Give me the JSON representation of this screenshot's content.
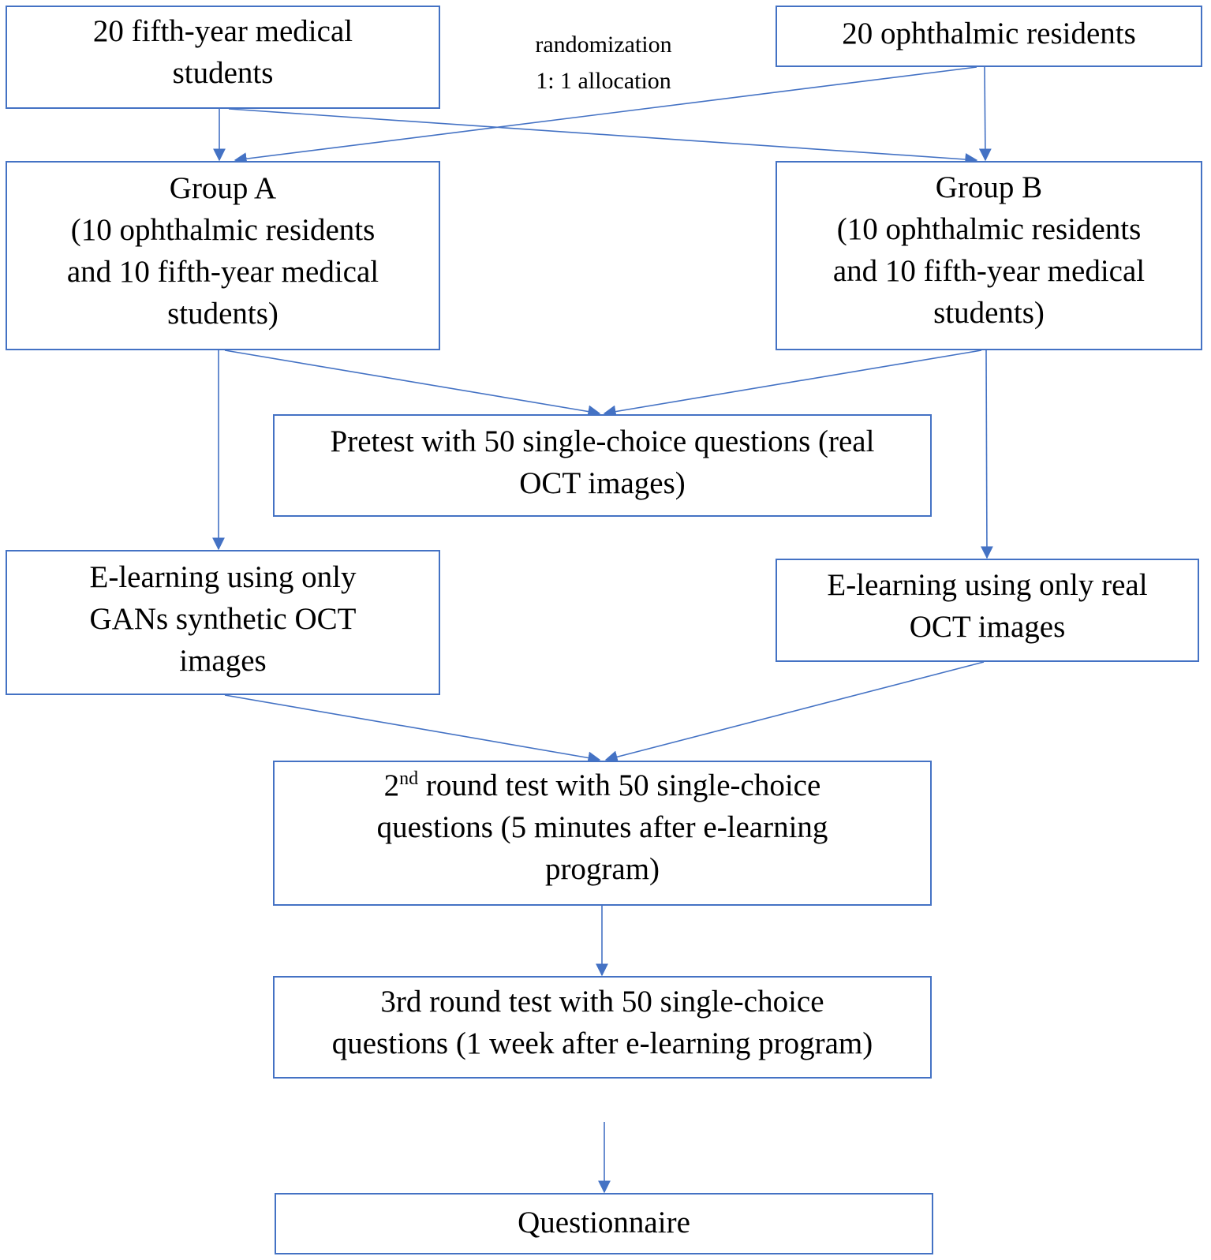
{
  "randomization": {
    "line1": "randomization",
    "line2": "1: 1 allocation"
  },
  "boxes": {
    "students": {
      "lines": [
        "20 fifth-year medical",
        "students"
      ]
    },
    "residents": {
      "lines": [
        "20 ophthalmic residents"
      ]
    },
    "group_a": {
      "lines": [
        "Group A",
        "(10 ophthalmic residents",
        "and 10 fifth-year medical",
        "students)"
      ]
    },
    "group_b": {
      "lines": [
        "Group B",
        "(10 ophthalmic residents",
        "and 10 fifth-year medical",
        "students)"
      ]
    },
    "pretest": {
      "lines": [
        "Pretest with 50 single-choice questions (real",
        "OCT images)"
      ]
    },
    "elearning_a": {
      "lines": [
        "E-learning using only",
        "GANs synthetic OCT",
        "images"
      ]
    },
    "elearning_b": {
      "lines": [
        "E-learning using only real",
        "OCT images"
      ]
    },
    "round2": {
      "ordinal_number": "2",
      "ordinal_suffix": "nd",
      "line1_rest": " round test with 50 single-choice",
      "line2": "questions (5 minutes after e-learning",
      "line3": "program)"
    },
    "round3": {
      "lines": [
        "3rd round test with 50 single-choice",
        "questions (1 week after e-learning program)"
      ]
    },
    "questionnaire": {
      "lines": [
        "Questionnaire"
      ]
    }
  },
  "colors": {
    "box_border": "#4472c4",
    "arrow": "#4472c4",
    "text": "#000000",
    "background": "#ffffff"
  }
}
